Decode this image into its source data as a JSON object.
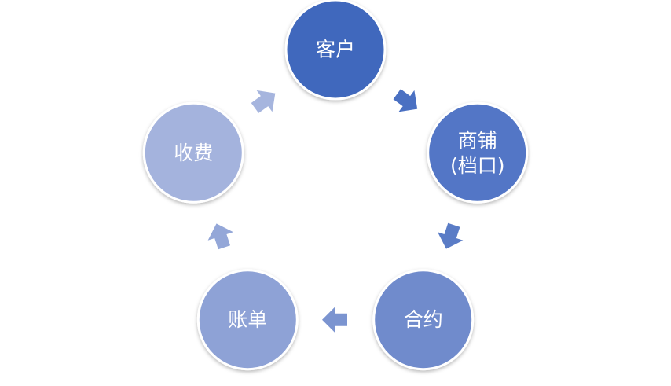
{
  "diagram": {
    "type": "cycle",
    "nodes": [
      {
        "id": "customer",
        "lines": [
          "客户"
        ],
        "color": "#3f68bd"
      },
      {
        "id": "shop",
        "lines": [
          "商铺",
          "(档口)"
        ],
        "color": "#5276c6"
      },
      {
        "id": "contract",
        "lines": [
          "合约"
        ],
        "color": "#708bcc"
      },
      {
        "id": "bill",
        "lines": [
          "账单"
        ],
        "color": "#8ea2d6"
      },
      {
        "id": "fee",
        "lines": [
          "收费"
        ],
        "color": "#a4b3dd"
      }
    ],
    "edges": [
      {
        "from": "customer",
        "to": "shop",
        "color": "#4a70c2"
      },
      {
        "from": "shop",
        "to": "contract",
        "color": "#5a7cc6"
      },
      {
        "from": "contract",
        "to": "bill",
        "color": "#7b94d0"
      },
      {
        "from": "bill",
        "to": "fee",
        "color": "#94a7d8"
      },
      {
        "from": "fee",
        "to": "customer",
        "color": "#a6b5de"
      }
    ]
  }
}
